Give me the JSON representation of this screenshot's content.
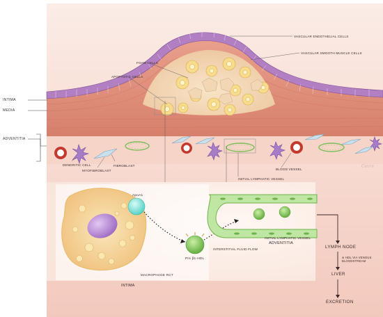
{
  "colors": {
    "tissue": "#f6d9cf",
    "intima_band": "#b07fc0",
    "media": "#e59a86",
    "plaque": "#f3d8b4",
    "foam_cell": "#f6dc8c",
    "red_cell": "#c23a2e",
    "lymph_vessel": "#8cc96d",
    "hdl_green": "#7bc24e",
    "apoa1": "#7fe0d6",
    "macrophage": "#f3d093",
    "nucleus": "#b286d0",
    "arrow": "#3a2a2a"
  },
  "layers": {
    "intima": "INTIMA",
    "media": "MEDIA",
    "adventitia": "ADVENTITIA"
  },
  "labels": {
    "vascular_endothelial": "VASCULAR ENDOTHELIAL CELLS",
    "vascular_smooth_muscle": "VASCULAR SMOOTH MUSCLE CELLS",
    "foam_cells": "FOAM CELLS",
    "apoptotic_cells": "APOPTOTIC CELLS",
    "dendritic_cell": "DENDRITIC CELL",
    "fibroblast": "FIBROBLAST",
    "myofibroblast": "MYOFIBROBLAST",
    "initial_lymphatic_vessel": "INITIAL LYMPHATIC VESSEL",
    "blood_vessel": "BLOOD VESSEL"
  },
  "inset": {
    "apoa1": "ApoA1",
    "pre_hdl": "Pre β1-HDL",
    "interstitial_flow": "INTERSTITIAL FLUID FLOW",
    "initial_lymphatic_vessel": "INITIAL LYMPHATIC VESSEL",
    "adventitia": "ADVENTITIA",
    "macrophage_rct": "MACROPHAGE RCT",
    "intima": "INTIMA"
  },
  "flow": {
    "lymph_node": "LYMPH NODE",
    "venous_note": "⊕ HDL VIA VENOUS BLOODSTREAM",
    "liver": "LIVER",
    "excretion": "EXCRETION"
  },
  "signature": "Cerre"
}
